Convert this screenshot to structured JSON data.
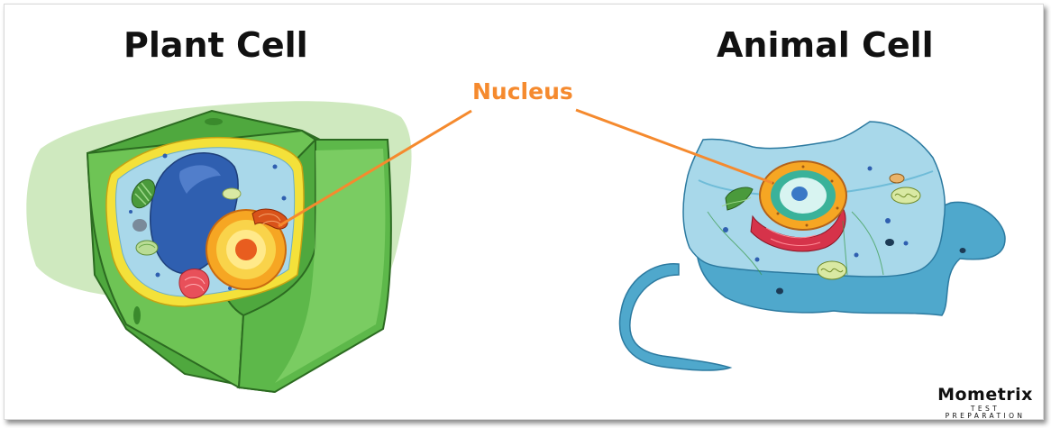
{
  "plant_cell": {
    "title": "Plant Cell"
  },
  "animal_cell": {
    "title": "Animal Cell"
  },
  "callout": {
    "label": "Nucleus",
    "color": "#f58a2e"
  },
  "logo": {
    "name": "Mometrix",
    "tagline": "TEST PREPARATION"
  },
  "colors": {
    "plant_wall": "#5db84a",
    "plant_membrane": "#f4e13a",
    "plant_cytoplasm": "#a9d8ea",
    "plant_vacuole": "#2f5fb0",
    "animal_body": "#a8d8ea",
    "animal_shade": "#4fa8cc",
    "nucleus_outer": "#f6a623",
    "nucleolus": "#e85d1f"
  }
}
